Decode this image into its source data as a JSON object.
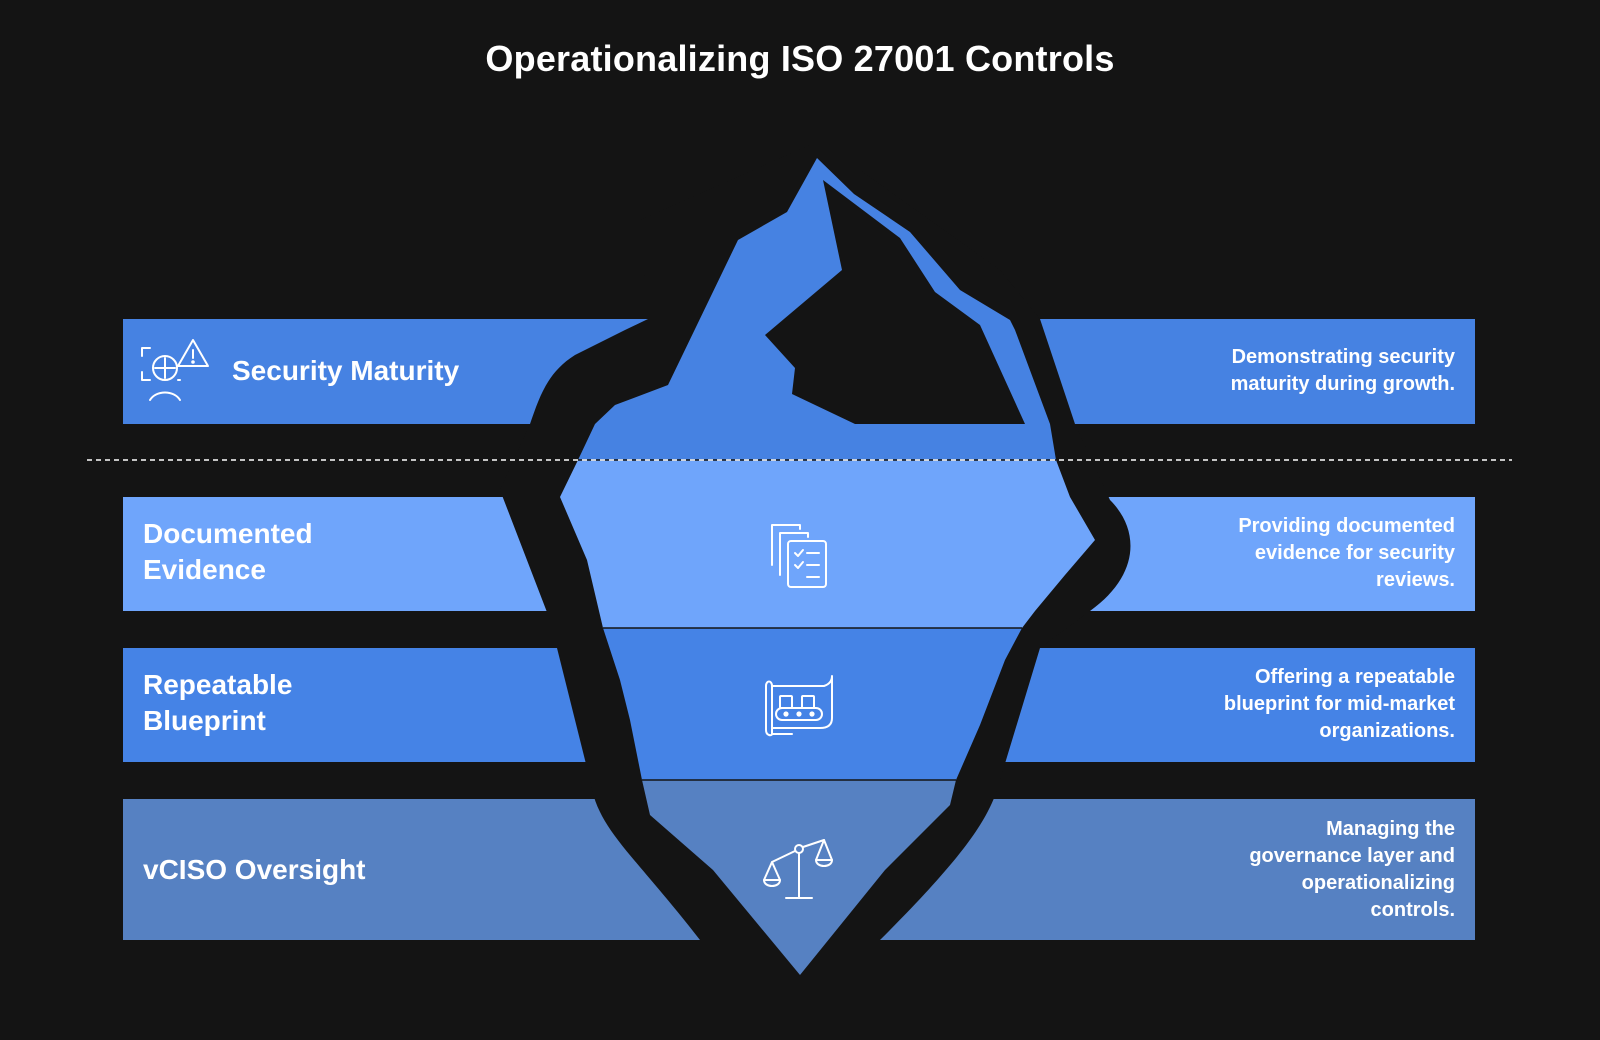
{
  "title": "Operationalizing ISO 27001 Controls",
  "colors": {
    "background": "#141414",
    "row_security": "#4682e2",
    "row_documented": "#6fa5fb",
    "row_repeatable": "#4583e6",
    "row_vciso": "#5681c2",
    "iceberg_tip": "#4682e2",
    "outline": "#ffffff"
  },
  "rows": [
    {
      "label": "Security Maturity",
      "description": "Demonstrating security maturity during growth.",
      "icon": "security-monitor-warning-icon"
    },
    {
      "label": "Documented Evidence",
      "description": "Providing documented evidence for security reviews.",
      "icon": "documents-checklist-icon"
    },
    {
      "label": "Repeatable Blueprint",
      "description": "Offering a repeatable blueprint for mid-market organizations.",
      "icon": "blueprint-scroll-icon"
    },
    {
      "label": "vCISO Oversight",
      "description": "Managing the governance layer and operationalizing controls.",
      "icon": "balance-scale-icon"
    }
  ]
}
